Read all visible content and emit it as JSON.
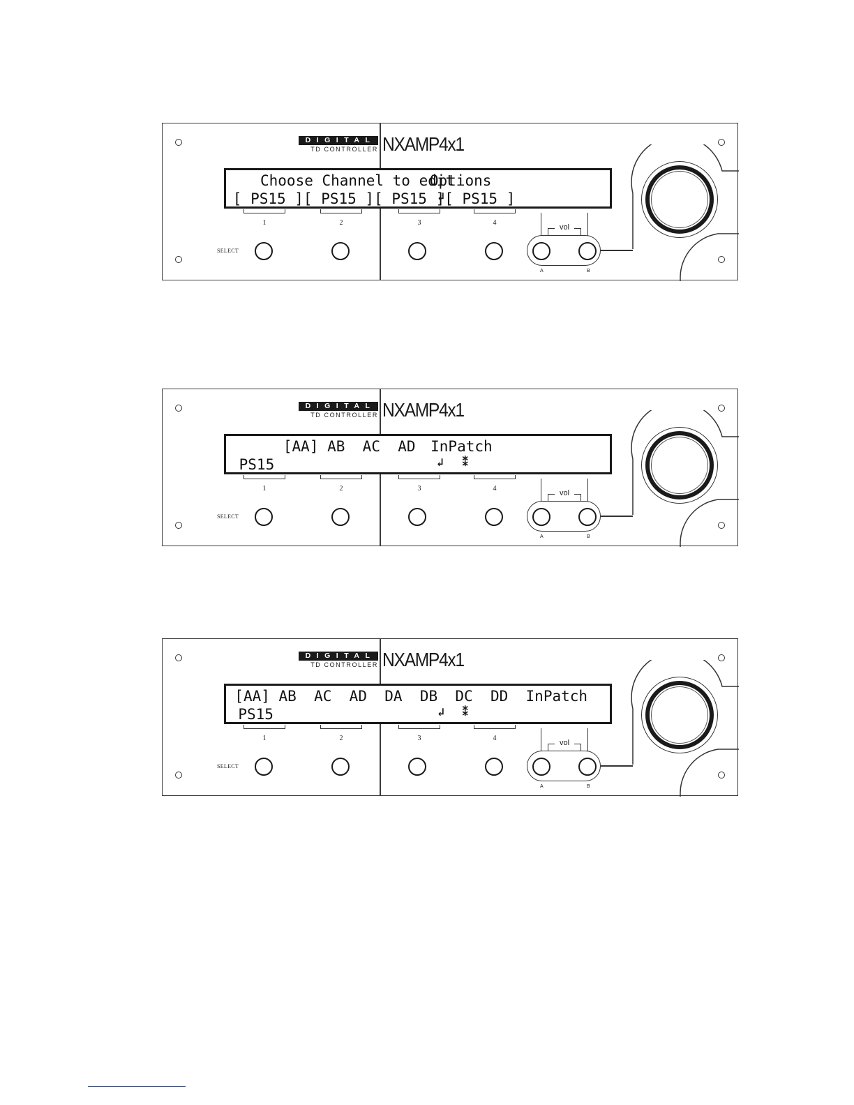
{
  "panels": [
    {
      "top": 0,
      "brand": {
        "digital": "DIGITAL",
        "sub": "TD CONTROLLER"
      },
      "model": "NXAMP4x1",
      "lcd": {
        "line1": [
          {
            "text": "Choose Channel to edit",
            "col": 3.4
          },
          {
            "text": "Options",
            "col": 22.6
          }
        ],
        "line2": [
          {
            "text": "[ PS15 ][ PS15 ][ PS15 ][ PS15 ]",
            "col": 0.3
          }
        ],
        "icons": [
          {
            "name": "enter-arrow",
            "glyph": "↲",
            "col": 23.5
          }
        ]
      }
    },
    {
      "brand": {
        "digital": "DIGITAL",
        "sub": "TD CONTROLLER"
      },
      "model": "NXAMP4x1",
      "lcd": {
        "line1": [
          {
            "text": "[AA] AB  AC  AD",
            "col": 6.0
          },
          {
            "text": "InPatch",
            "col": 22.7
          }
        ],
        "line2": [
          {
            "text": "PS15",
            "col": 1.0
          }
        ],
        "icons": [
          {
            "name": "enter-arrow",
            "glyph": "↲",
            "col": 23.4
          },
          {
            "name": "patch-icon",
            "glyph": "⁑",
            "col": 26.3
          }
        ]
      }
    },
    {
      "brand": {
        "digital": "DIGITAL",
        "sub": "TD CONTROLLER"
      },
      "model": "NXAMP4x1",
      "lcd": {
        "line1": [
          {
            "text": "[AA] AB  AC  AD  DA  DB  DC  DD  InPatch",
            "col": 0.5
          }
        ],
        "line2": [
          {
            "text": "PS15",
            "col": 0.9
          }
        ],
        "icons": [
          {
            "name": "enter-arrow",
            "glyph": "↲",
            "col": 23.5
          },
          {
            "name": "patch-icon",
            "glyph": "⁑",
            "col": 26.3
          }
        ]
      }
    }
  ],
  "controls": {
    "select_label": "SELECT",
    "softkeys": [
      "1",
      "2",
      "3",
      "4"
    ],
    "vol_label": "vol",
    "vol_a": "A",
    "vol_b": "B"
  }
}
